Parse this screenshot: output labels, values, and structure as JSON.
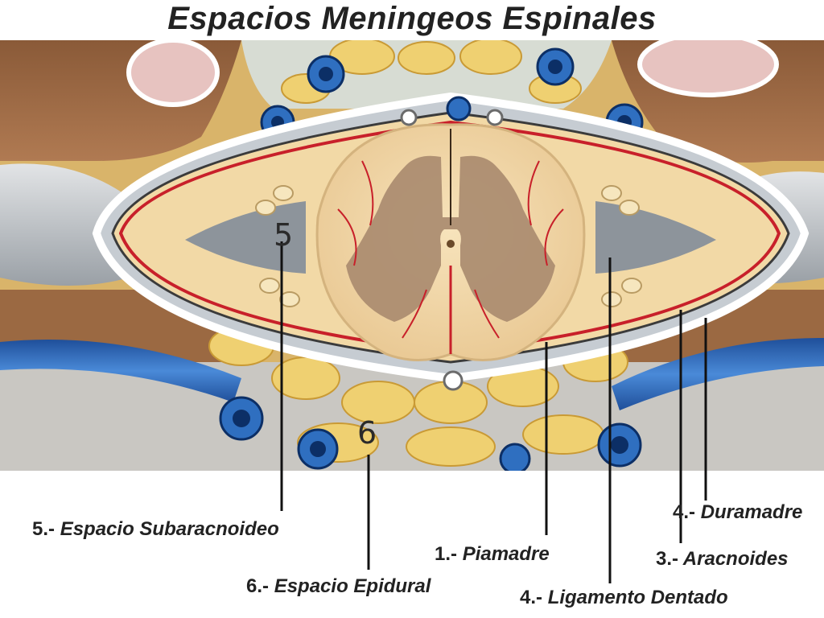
{
  "title": "Espacios Meningeos Espinales",
  "markers": {
    "five": "5",
    "six": "6"
  },
  "callouts": {
    "subaracnoideo": {
      "number": "5.-",
      "label": "Espacio Subaracnoideo"
    },
    "epidural": {
      "number": "6.-",
      "label": "Espacio Epidural"
    },
    "piamadre": {
      "number": "1.-",
      "label": "Piamadre"
    },
    "ligamento": {
      "number": "4.-",
      "label": "Ligamento Dentado"
    },
    "aracnoides": {
      "number": "3.-",
      "label": "Aracnoides"
    },
    "duramadre": {
      "number": "4.-",
      "label": "Duramadre"
    }
  },
  "colors": {
    "bone": "#9c6a45",
    "fat": "#e9c25a",
    "vein": "#2f6fc0",
    "dura": "#b8c0c8",
    "blood": "#c8202a",
    "cord": "#f3d9a8",
    "gray_matter": "#a98a6e"
  }
}
